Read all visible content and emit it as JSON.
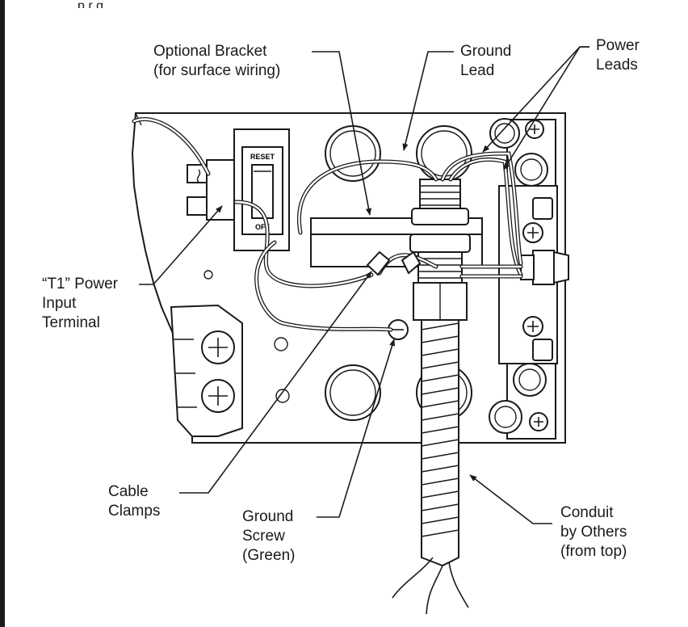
{
  "caption_fragment": "p     r   g",
  "labels": {
    "optional_bracket": [
      "Optional Bracket",
      "(for surface wiring)"
    ],
    "ground_lead": [
      "Ground",
      "Lead"
    ],
    "power_leads": [
      "Power",
      "Leads"
    ],
    "t1_terminal": [
      "“T1” Power",
      "Input",
      "Terminal"
    ],
    "cable_clamps": [
      "Cable",
      "Clamps"
    ],
    "ground_screw": [
      "Ground",
      "Screw",
      "(Green)"
    ],
    "conduit": [
      "Conduit",
      "by Others",
      "(from top)"
    ]
  },
  "switch": {
    "top": "RESET",
    "bottom": "OFF"
  },
  "icons": [
    "screw-icon",
    "arrow-icon"
  ]
}
